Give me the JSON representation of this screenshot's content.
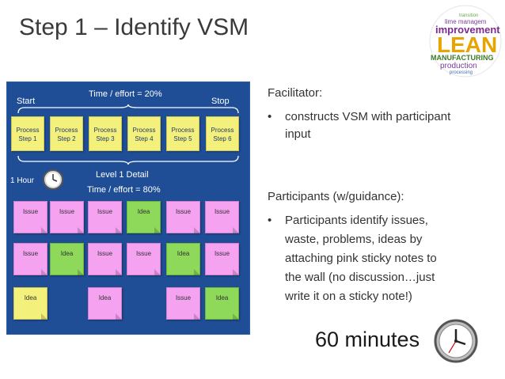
{
  "slide": {
    "title": "Step 1 – Identify VSM",
    "logo_words": [
      "transition",
      "lime managem",
      "improvement",
      "LEAN",
      "MANUFACTURING",
      "production",
      "processing"
    ]
  },
  "vsm": {
    "start_label": "Start",
    "stop_label": "Stop",
    "time_top": "Time / effort = 20%",
    "hour_label": "1 Hour",
    "level_label": "Level 1 Detail",
    "time_bottom": "Time / effort = 80%",
    "process_steps": [
      {
        "line1": "Process",
        "line2": "Step 1"
      },
      {
        "line1": "Process",
        "line2": "Step 2"
      },
      {
        "line1": "Process",
        "line2": "Step 3"
      },
      {
        "line1": "Process",
        "line2": "Step 4"
      },
      {
        "line1": "Process",
        "line2": "Step 5"
      },
      {
        "line1": "Process",
        "line2": "Step 6"
      }
    ],
    "notes_row1": [
      "Issue",
      "Issue",
      "Issue",
      "Idea",
      "Issue",
      "Issue"
    ],
    "notes_row2": [
      "Issue",
      "Idea",
      "Issue",
      "Issue",
      "Idea",
      "Issue"
    ],
    "notes_row3": [
      "Idea",
      "Idea",
      "Issue",
      "Idea"
    ],
    "colors": {
      "panel": "#1f4e97",
      "pink": "#f5a3f0",
      "green": "#8ed85a",
      "yellow": "#f4f07c"
    }
  },
  "facilitator": {
    "heading": "Facilitator:",
    "bullet_line1": "constructs VSM with participant",
    "bullet_line2": "input"
  },
  "participants": {
    "heading": "Participants (w/guidance):",
    "lines": [
      "Participants identify issues,",
      "waste, problems, ideas by",
      "attaching pink sticky notes to",
      "the wall (no discussion…just",
      "write it on a sticky note!)"
    ]
  },
  "duration": "60 minutes"
}
